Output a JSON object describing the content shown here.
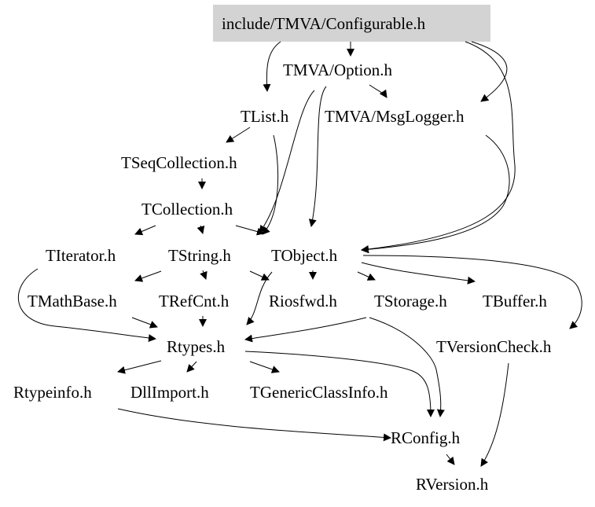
{
  "root": "include/TMVA/Configurable.h",
  "nodes": {
    "option": "TMVA/Option.h",
    "tlist": "TList.h",
    "msglogger": "TMVA/MsgLogger.h",
    "tseqcollection": "TSeqCollection.h",
    "tcollection": "TCollection.h",
    "titerator": "TIterator.h",
    "tstring": "TString.h",
    "tobject": "TObject.h",
    "tmathbase": "TMathBase.h",
    "trefcnt": "TRefCnt.h",
    "riosfwd": "Riosfwd.h",
    "tstorage": "TStorage.h",
    "tbuffer": "TBuffer.h",
    "rtypes": "Rtypes.h",
    "tversioncheck": "TVersionCheck.h",
    "rtypeinfo": "Rtypeinfo.h",
    "dllimport": "DllImport.h",
    "tgenericclassinfo": "TGenericClassInfo.h",
    "rconfig": "RConfig.h",
    "rversion": "RVersion.h"
  }
}
